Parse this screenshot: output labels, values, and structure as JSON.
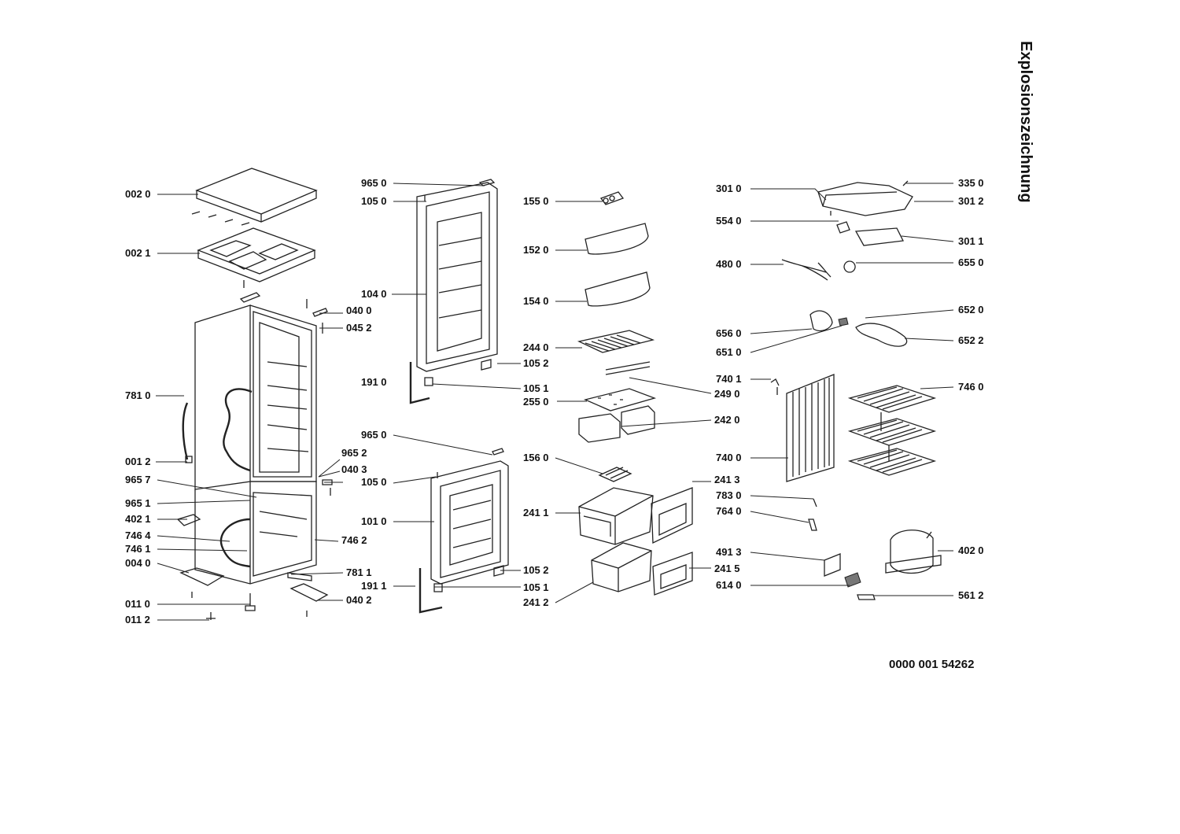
{
  "title": "Explosionszeichnung",
  "document_number": "0000 001 54262",
  "callouts": {
    "l002_0": "002 0",
    "l002_1": "002 1",
    "l040_0": "040 0",
    "l045_2": "045 2",
    "l781_0": "781 0",
    "l001_2": "001 2",
    "l965_2a": "965 2",
    "l040_3": "040 3",
    "l965_7": "965 7",
    "l965_1": "965 1",
    "l402_1": "402 1",
    "l746_4": "746 4",
    "l746_1": "746 1",
    "l746_2": "746 2",
    "l004_0": "004 0",
    "l781_1": "781 1",
    "l011_0": "011 0",
    "l011_2": "011 2",
    "l040_2": "040 2",
    "l965_0a": "965 0",
    "l105_0a": "105 0",
    "l104_0": "104 0",
    "l105_2a": "105 2",
    "l191_0": "191 0",
    "l105_1a": "105 1",
    "l965_0b": "965 0",
    "l105_0b": "105 0",
    "l101_0": "101 0",
    "l105_2b": "105 2",
    "l191_1": "191 1",
    "l105_1b": "105 1",
    "l155_0": "155 0",
    "l152_0": "152 0",
    "l154_0": "154 0",
    "l244_0": "244 0",
    "l249_0": "249 0",
    "l255_0": "255 0",
    "l242_0": "242 0",
    "l156_0": "156 0",
    "l241_3": "241 3",
    "l241_1": "241 1",
    "l241_5": "241 5",
    "l241_2": "241 2",
    "l301_0": "301 0",
    "l335_0": "335 0",
    "l301_2": "301 2",
    "l554_0": "554 0",
    "l301_1": "301 1",
    "l480_0": "480 0",
    "l655_0": "655 0",
    "l652_0": "652 0",
    "l656_0": "656 0",
    "l652_2": "652 2",
    "l651_0": "651 0",
    "l740_1": "740 1",
    "l746_0": "746 0",
    "l740_0": "740 0",
    "l783_0": "783 0",
    "l764_0": "764 0",
    "l491_3": "491 3",
    "l402_0": "402 0",
    "l614_0": "614 0",
    "l561_2": "561 2"
  }
}
